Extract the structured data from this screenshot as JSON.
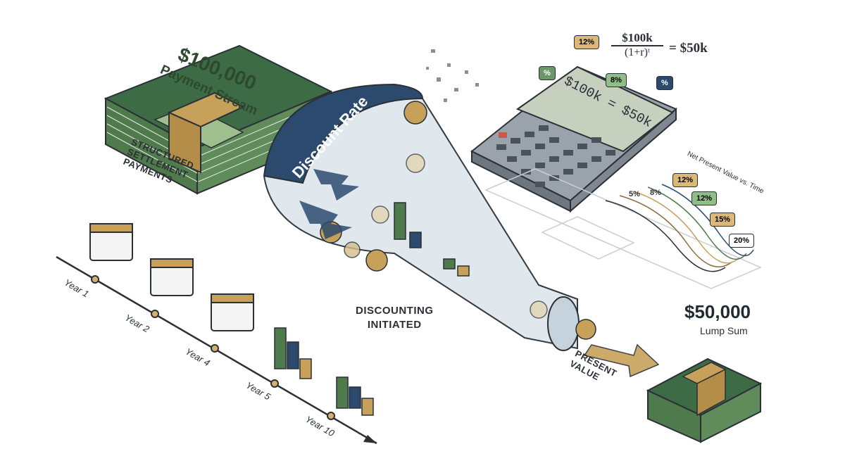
{
  "top_bundle": {
    "amount": "$100,000",
    "caption": "Payment Stream"
  },
  "left_caption": [
    "STRUCTURED",
    "SETTLEMENT",
    "PAYMENTS"
  ],
  "funnel_band": "Discount Rate",
  "funnel_caption": [
    "DISCOUNTING",
    "INITIATED"
  ],
  "timeline": {
    "labels": [
      "Year 1",
      "Year 2",
      "Year 4",
      "Year 5",
      "Year 10"
    ]
  },
  "formula": {
    "numerator": "$100k",
    "denominator": "(1+r)ᵗ",
    "result": "= $50k"
  },
  "calculator": {
    "display": "$100k = $50k"
  },
  "bubbles": {
    "rate_top": "12%",
    "pct_a": "%",
    "rate_mid": "8%",
    "pct_b": "%"
  },
  "npv_chart": {
    "title": "Net Present Value vs. Time",
    "rates": [
      "5%",
      "8%",
      "12%",
      "12%",
      "15%",
      "20%"
    ]
  },
  "result": {
    "amount": "$50,000",
    "caption": "Lump Sum",
    "arrow_label": [
      "PRESENT",
      "VALUE"
    ]
  },
  "colors": {
    "green": "#4f7a4c",
    "dark_green": "#2f4f35",
    "navy": "#2b4a6e",
    "gold": "#c7a15a",
    "outline": "#2b2f36"
  }
}
